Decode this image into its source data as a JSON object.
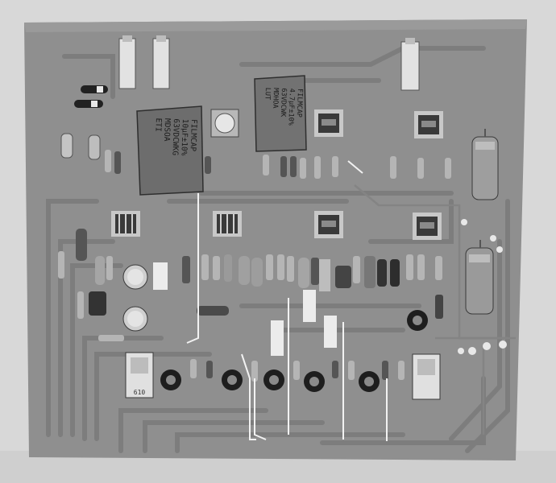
{
  "photo": {
    "subject": "printed circuit board",
    "tone": "grayscale",
    "colors": {
      "background": "#d6d6d6",
      "board": "#8e8e8e",
      "trace": "#7c7c7c",
      "cap_body": "#6a6a6a",
      "ic_body": "#3a3a3a",
      "resistor": "#b5b5b5",
      "metal": "#c9c9c9"
    }
  },
  "components": {
    "cap_large": {
      "lines": [
        "FILMCAP",
        "10µF±10%",
        "63VDCWKG",
        "MDSOA",
        "ETI"
      ]
    },
    "cap_medium": {
      "lines": [
        "FILMCAP",
        "4.7µF±10%",
        "63VDCWK",
        "MDHOA",
        "LUT"
      ]
    },
    "relay_left_code": "610",
    "ic_count": 6,
    "transistor_count": 8
  }
}
